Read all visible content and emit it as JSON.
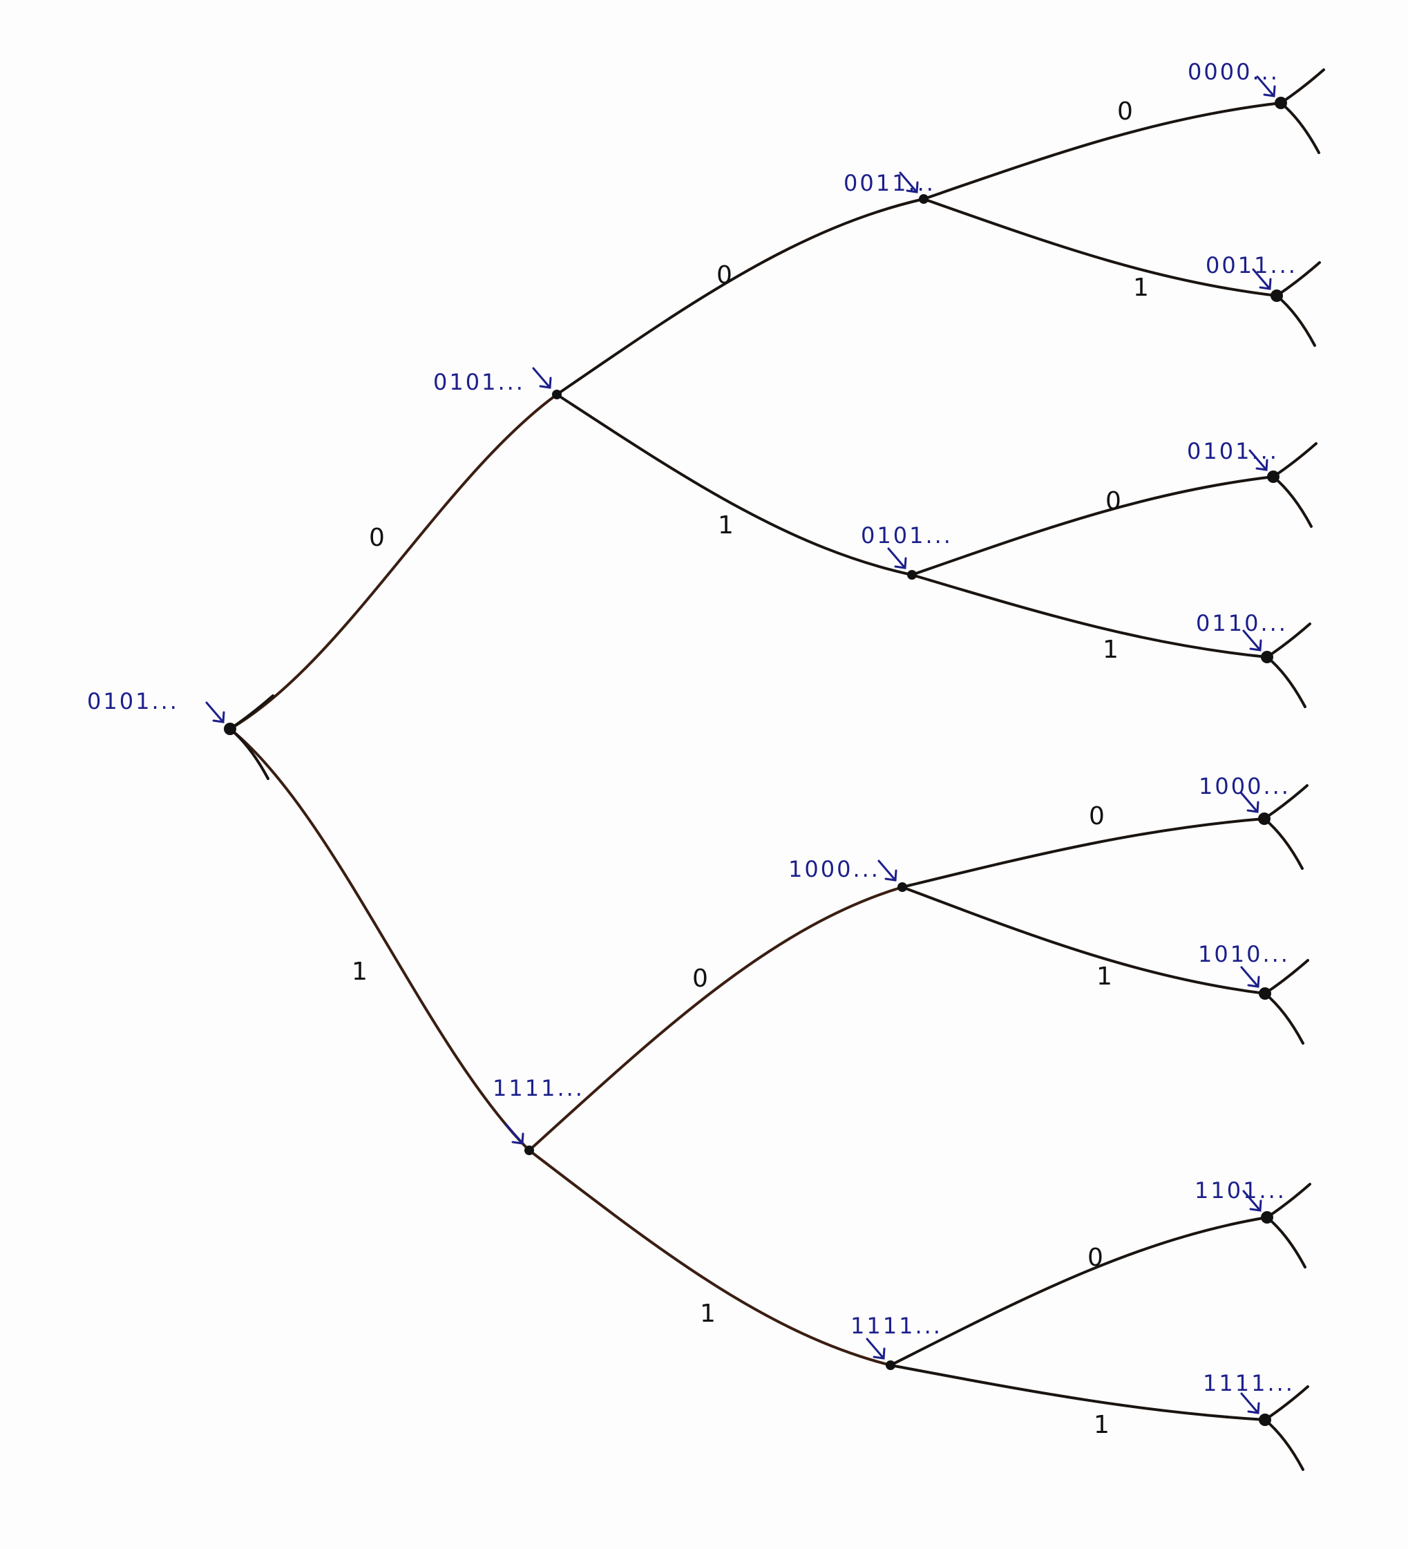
{
  "tree": {
    "nodes": {
      "root": "0101...",
      "n0": "0101...",
      "n1": "1111...",
      "n00": "0011...",
      "n01": "0101...",
      "n10": "1000...",
      "n11": "1111...",
      "n000": "0000...",
      "n001": "0011...",
      "n010": "0101...",
      "n011": "0110...",
      "n100": "1000...",
      "n101": "1010...",
      "n110": "1101...",
      "n111": "1111..."
    },
    "edges": {
      "root-n0": "0",
      "root-n1": "1",
      "n0-n00": "0",
      "n0-n01": "1",
      "n1-n10": "0",
      "n1-n11": "1",
      "n00-n000": "0",
      "n00-n001": "1",
      "n01-n010": "0",
      "n01-n011": "1",
      "n10-n100": "0",
      "n10-n101": "1",
      "n11-n110": "0",
      "n11-n111": "1"
    }
  }
}
